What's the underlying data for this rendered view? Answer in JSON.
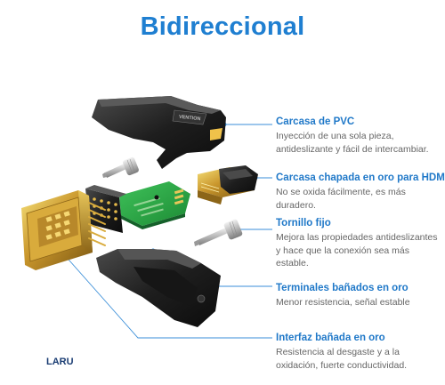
{
  "title": "Bidireccional",
  "product_brand": "VENTION",
  "watermark": "LARU",
  "features": [
    {
      "heading": "Carcasa de PVC",
      "description": "Inyección de una sola pieza, antideslizante y fácil de intercambiar."
    },
    {
      "heading": "Carcasa chapada en oro para HDMI",
      "description": "No se oxida fácilmente, es más duradero."
    },
    {
      "heading": "Tornillo fijo",
      "description": "Mejora las propiedades antideslizantes y hace que la conexión sea más estable."
    },
    {
      "heading": "Terminales bañados en oro",
      "description": "Menor resistencia, señal estable"
    },
    {
      "heading": "Interfaz bañada en oro",
      "description": "Resistencia al desgaste y a la oxidación, fuerte conductividad."
    }
  ],
  "colors": {
    "accent": "#1f7fd1",
    "leader_line": "#3a8ed8",
    "body_text": "#666666"
  }
}
